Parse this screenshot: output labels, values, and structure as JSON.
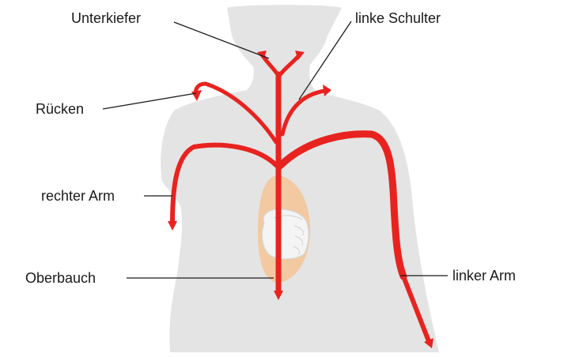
{
  "colors": {
    "background": "#ffffff",
    "body_silhouette": "#e4e4e4",
    "heart": "#f2c9a0",
    "pain_arrow": "#e8231f",
    "leader_line": "#1a1a1a",
    "label_text": "#1a1a1a"
  },
  "icons": {
    "body": "upper-body-silhouette",
    "heart": "heart-shape",
    "fist": "clenched-fist-on-chest",
    "arrows": "radiating-pain-arrows"
  },
  "labels": {
    "jaw": "Unterkiefer",
    "left_shoulder": "linke Schulter",
    "back": "Rücken",
    "right_arm": "rechter Arm",
    "upper_abdomen": "Oberbauch",
    "left_arm": "linker Arm"
  }
}
